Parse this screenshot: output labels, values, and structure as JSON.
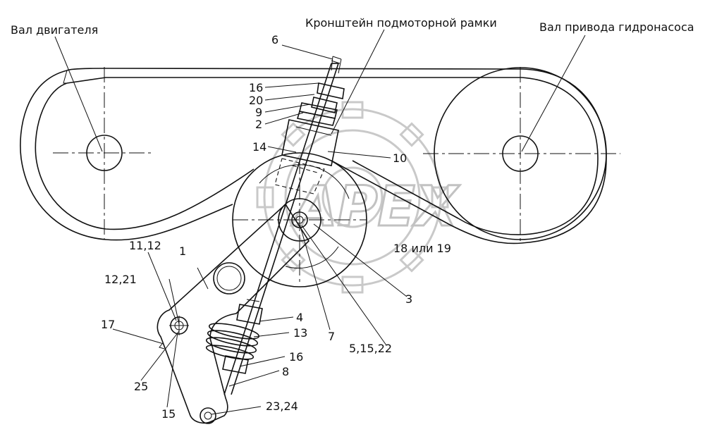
{
  "labels": {
    "engine_shaft": "Вал двигателя",
    "subframe_bracket": "Кронштейн подмоторной рамки",
    "pump_drive_shaft": "Вал привода гидронасоса",
    "p6": "6",
    "p16_top": "16",
    "p20": "20",
    "p9": "9",
    "p2": "2",
    "p14": "14",
    "p10": "10",
    "p18_19": "18 или 19",
    "p3": "3",
    "p11_12": "11,12",
    "p1": "1",
    "p12_21": "12,21",
    "p17": "17",
    "p4": "4",
    "p13": "13",
    "p7": "7",
    "p5_15_22": "5,15,22",
    "p16_bottom": "16",
    "p8": "8",
    "p25": "25",
    "p15": "15",
    "p23_24": "23,24"
  },
  "watermark": {
    "text": "APEX"
  }
}
